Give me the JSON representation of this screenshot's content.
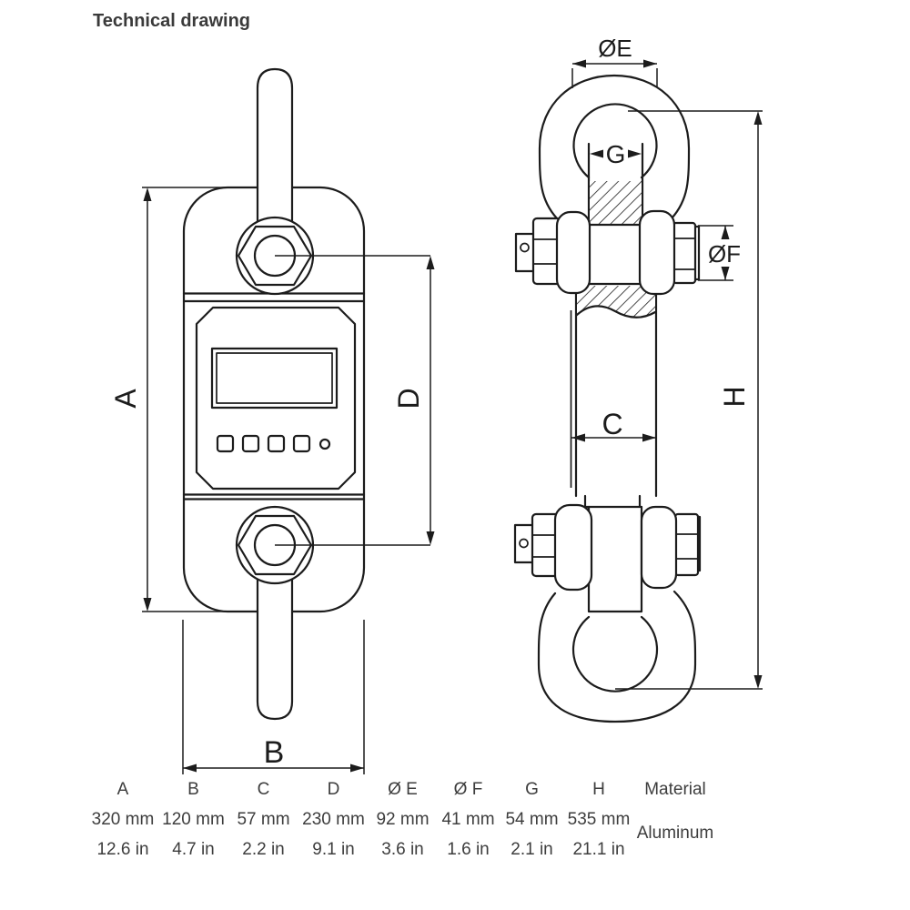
{
  "title": "Technical drawing",
  "drawing": {
    "front_view": {
      "dim_a": "A",
      "dim_b": "B",
      "dim_d": "D"
    },
    "side_view": {
      "dim_e": "ØE",
      "dim_f": "ØF",
      "dim_g": "G",
      "dim_c": "C",
      "dim_h": "H"
    }
  },
  "table": {
    "headers": [
      "A",
      "B",
      "C",
      "D",
      "Ø E",
      "Ø F",
      "G",
      "H",
      "Material"
    ],
    "mm_values": [
      "320 mm",
      "120 mm",
      "57 mm",
      "230 mm",
      "92 mm",
      "41 mm",
      "54 mm",
      "535 mm"
    ],
    "in_values": [
      "12.6 in",
      "4.7 in",
      "2.2 in",
      "9.1 in",
      "3.6 in",
      "1.6 in",
      "2.1 in",
      "21.1 in"
    ],
    "material": "Aluminum"
  },
  "colors": {
    "line": "#1c1c1c",
    "text": "#3d3d3d",
    "background": "#ffffff"
  }
}
